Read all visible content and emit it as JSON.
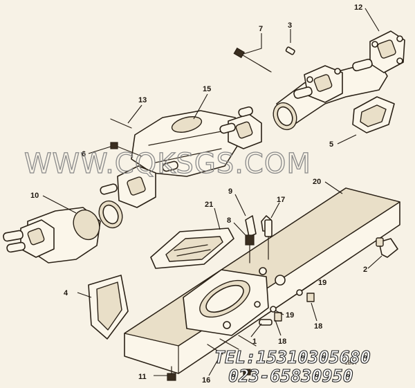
{
  "diagram": {
    "watermark": "WWW.CQKSGS.COM",
    "contact": {
      "tel": "TEL:15310305680",
      "phone": "023-65830950"
    },
    "stamp": "1B57",
    "callouts": [
      {
        "id": "c1",
        "label": "1"
      },
      {
        "id": "c2",
        "label": "2"
      },
      {
        "id": "c3",
        "label": "3"
      },
      {
        "id": "c4",
        "label": "4"
      },
      {
        "id": "c5",
        "label": "5"
      },
      {
        "id": "c6",
        "label": "6"
      },
      {
        "id": "c7",
        "label": "7"
      },
      {
        "id": "c8",
        "label": "8"
      },
      {
        "id": "c9",
        "label": "9"
      },
      {
        "id": "c10",
        "label": "10"
      },
      {
        "id": "c11",
        "label": "11"
      },
      {
        "id": "c12",
        "label": "12"
      },
      {
        "id": "c13",
        "label": "13"
      },
      {
        "id": "c15",
        "label": "15"
      },
      {
        "id": "c16",
        "label": "16"
      },
      {
        "id": "c17",
        "label": "17"
      },
      {
        "id": "c18a",
        "label": "18"
      },
      {
        "id": "c18b",
        "label": "18"
      },
      {
        "id": "c19a",
        "label": "19"
      },
      {
        "id": "c19b",
        "label": "19"
      },
      {
        "id": "c20",
        "label": "20"
      },
      {
        "id": "c21",
        "label": "21"
      }
    ]
  }
}
